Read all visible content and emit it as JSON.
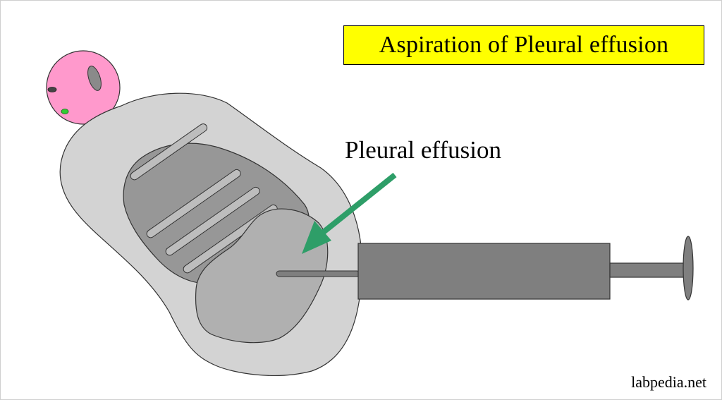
{
  "title": "Aspiration of Pleural effusion",
  "label": "Pleural effusion",
  "credit": "labpedia.net",
  "colors": {
    "title_bg": "#ffff00",
    "head": "#ff99cc",
    "body": "#d3d3d3",
    "ribcage": "#979797",
    "fluid": "#b0b0b0",
    "syringe": "#7f7f7f",
    "arrow": "#2e9e68"
  }
}
